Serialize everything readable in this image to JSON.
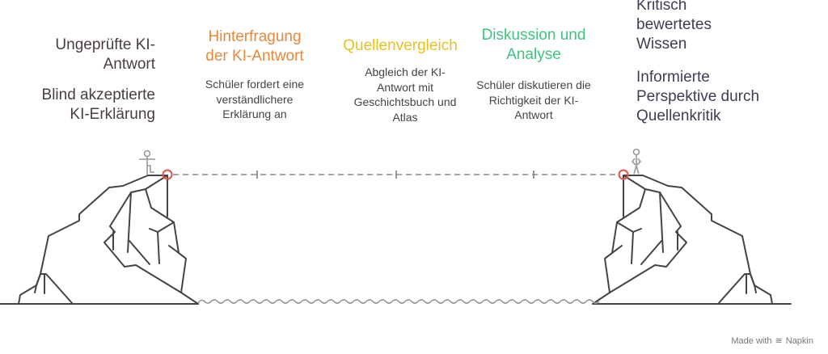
{
  "left": {
    "title": "Ungeprüfte KI-Antwort",
    "subtitle": "Blind akzeptierte KI-Erklärung"
  },
  "steps": [
    {
      "title": "Hinterfragung der KI-Antwort",
      "description": "Schüler fordert eine verständlichere Erklärung an",
      "color": "#E8883A"
    },
    {
      "title": "Quellenvergleich",
      "description": "Abgleich der KI-Antwort mit Geschichtsbuch und Atlas",
      "color": "#E6C21E"
    },
    {
      "title": "Diskussion und Analyse",
      "description": "Schüler diskutieren die Richtigkeit der KI-Antwort",
      "color": "#3DC47E"
    }
  ],
  "right": {
    "title": "Kritisch bewertetes Wissen",
    "subtitle": "Informierte Perspektive durch Quellenkritik"
  },
  "colors": {
    "title_dark": "#4a3f3f",
    "right_title": "#3c3f52",
    "marker": "#e0524a",
    "line": "#444444"
  },
  "footer": {
    "made_with": "Made with",
    "brand": "Napkin"
  }
}
